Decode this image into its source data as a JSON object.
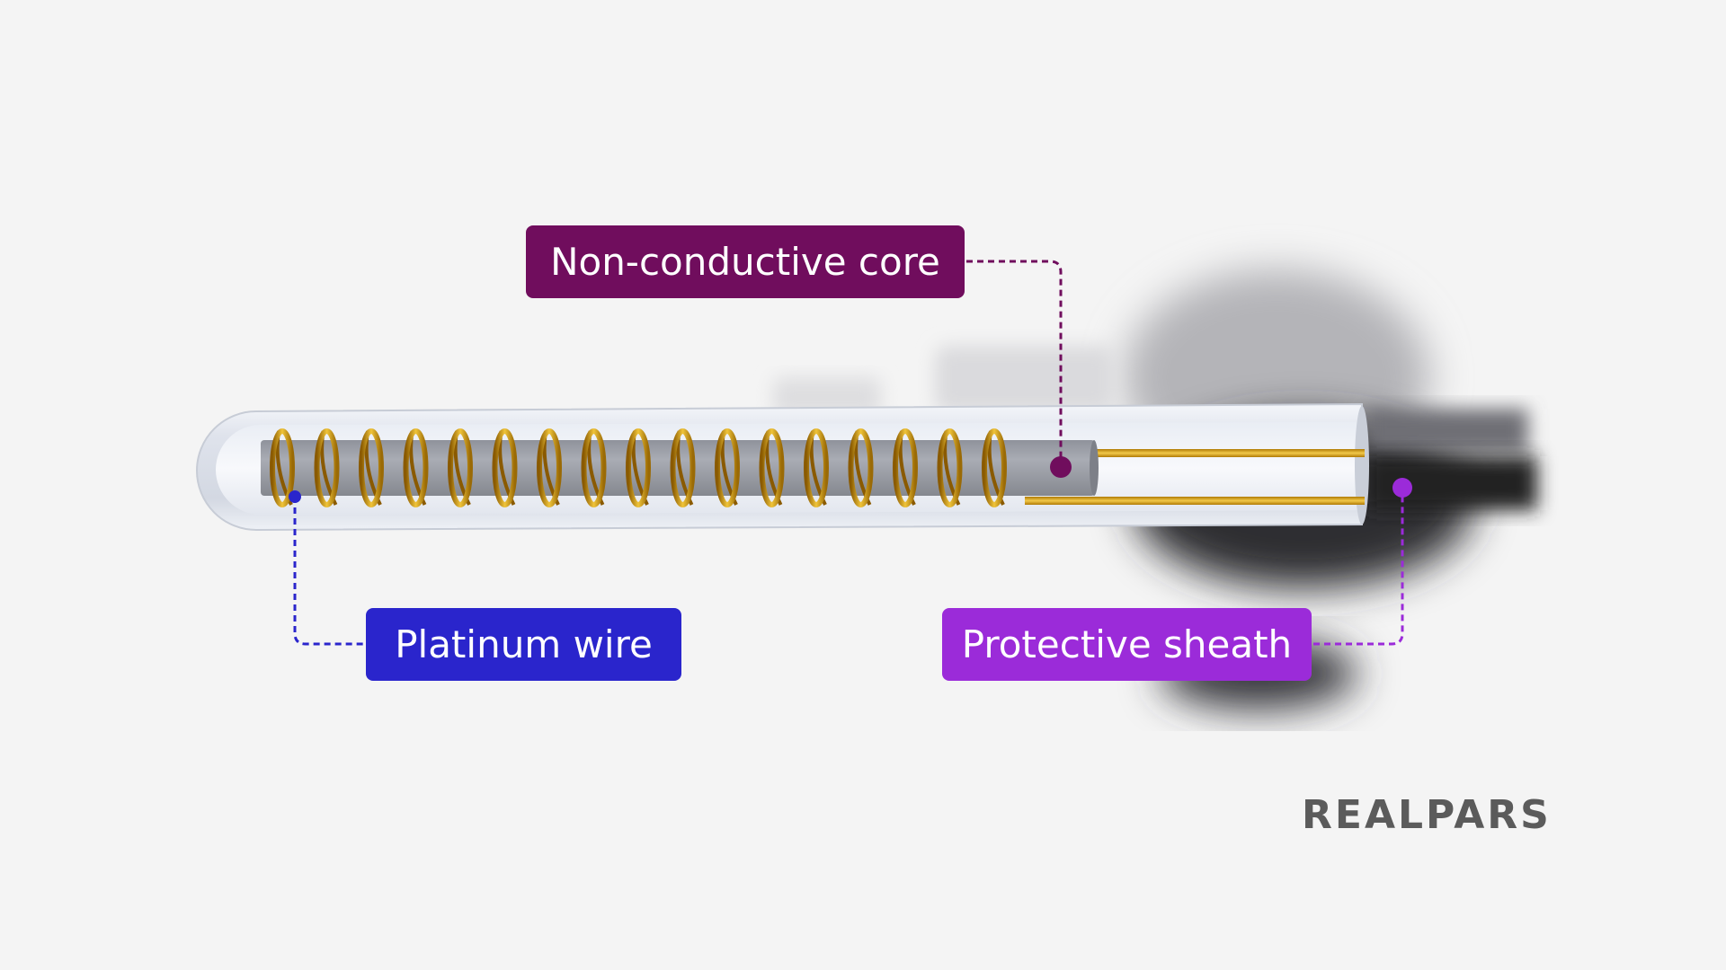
{
  "labels": {
    "core": "Non-conductive core",
    "wire": "Platinum wire",
    "sheath": "Protective sheath"
  },
  "brand": "REALPARS",
  "colors": {
    "background": "#f4f4f4",
    "core_label": "#700d5d",
    "wire_label": "#2a25cc",
    "sheath_label": "#9b2bd9",
    "coil": "#d4a017",
    "core": "#9a9ca4",
    "sheath": "#dde2ea"
  }
}
